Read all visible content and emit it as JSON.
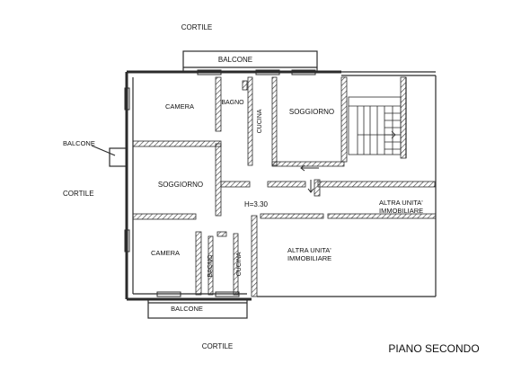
{
  "labels": {
    "courtyard_top": "CORTILE",
    "courtyard_left": "CORTILE",
    "courtyard_bottom": "CORTILE",
    "balcony_top": "BALCONE",
    "balcony_left": "BALCONE",
    "balcony_bottom": "BALCONE",
    "camera_top": "CAMERA",
    "bagno_top": "BAGNO",
    "cucina_top": "CUCINA",
    "soggiorno_right": "SOGGIORNO",
    "soggiorno_left": "SOGGIORNO",
    "height": "H=3.30",
    "other_unit_1_line1": "ALTRA UNITA'",
    "other_unit_1_line2": "IMMOBILIARE",
    "other_unit_2_line1": "ALTRA UNITA'",
    "other_unit_2_line2": "IMMOBILIARE",
    "camera_bottom": "CAMERA",
    "bagno_bottom": "BAGNO",
    "cucina_bottom": "CUCINA",
    "floor_title": "PIANO SECONDO"
  },
  "colors": {
    "wall": "#2b2b2b",
    "hatch": "#3a3a3a",
    "text": "#111111"
  }
}
